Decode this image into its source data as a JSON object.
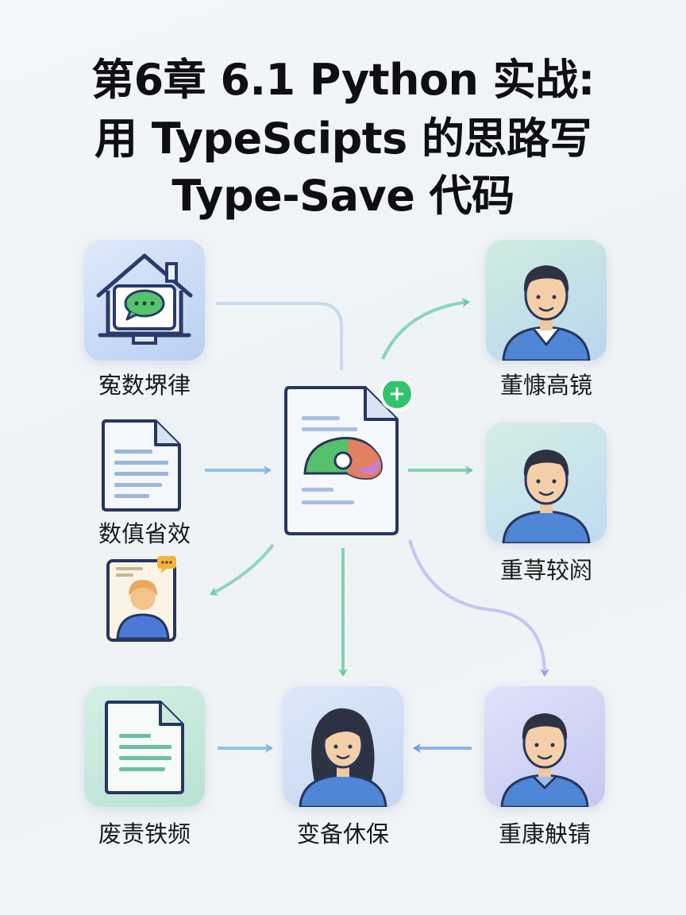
{
  "title": {
    "line1": "第6章 6.1 Python 实战:",
    "line2": "用 TypeScipts 的思路写",
    "line3": "Type-Save 代码"
  },
  "nodes": {
    "home": {
      "label": "寃数堺律",
      "icon": "house-chat-icon"
    },
    "doc_input": {
      "label": "数傎省效",
      "icon": "document-icon"
    },
    "card": {
      "icon": "profile-card-icon"
    },
    "doc_bottom": {
      "label": "废责铁频",
      "icon": "document-icon"
    },
    "center": {
      "icon": "document-chart-icon",
      "badge": "+"
    },
    "person_top": {
      "label": "董慷高镜",
      "icon": "person-icon"
    },
    "person_mid": {
      "label": "重荨较阏",
      "icon": "person-icon"
    },
    "person_bottom_right": {
      "label": "重康觖锖",
      "icon": "person-icon"
    },
    "person_bottom_center": {
      "label": "变备休保",
      "icon": "person-woman-icon"
    }
  },
  "colors": {
    "arrow_blue": "#8cc4e6",
    "arrow_green": "#7fd4b0",
    "arrow_purple": "#a9a4ec",
    "badge_green": "#31c46c",
    "tile_blue": "#cfe0f6",
    "tile_green": "#cdeee2"
  }
}
